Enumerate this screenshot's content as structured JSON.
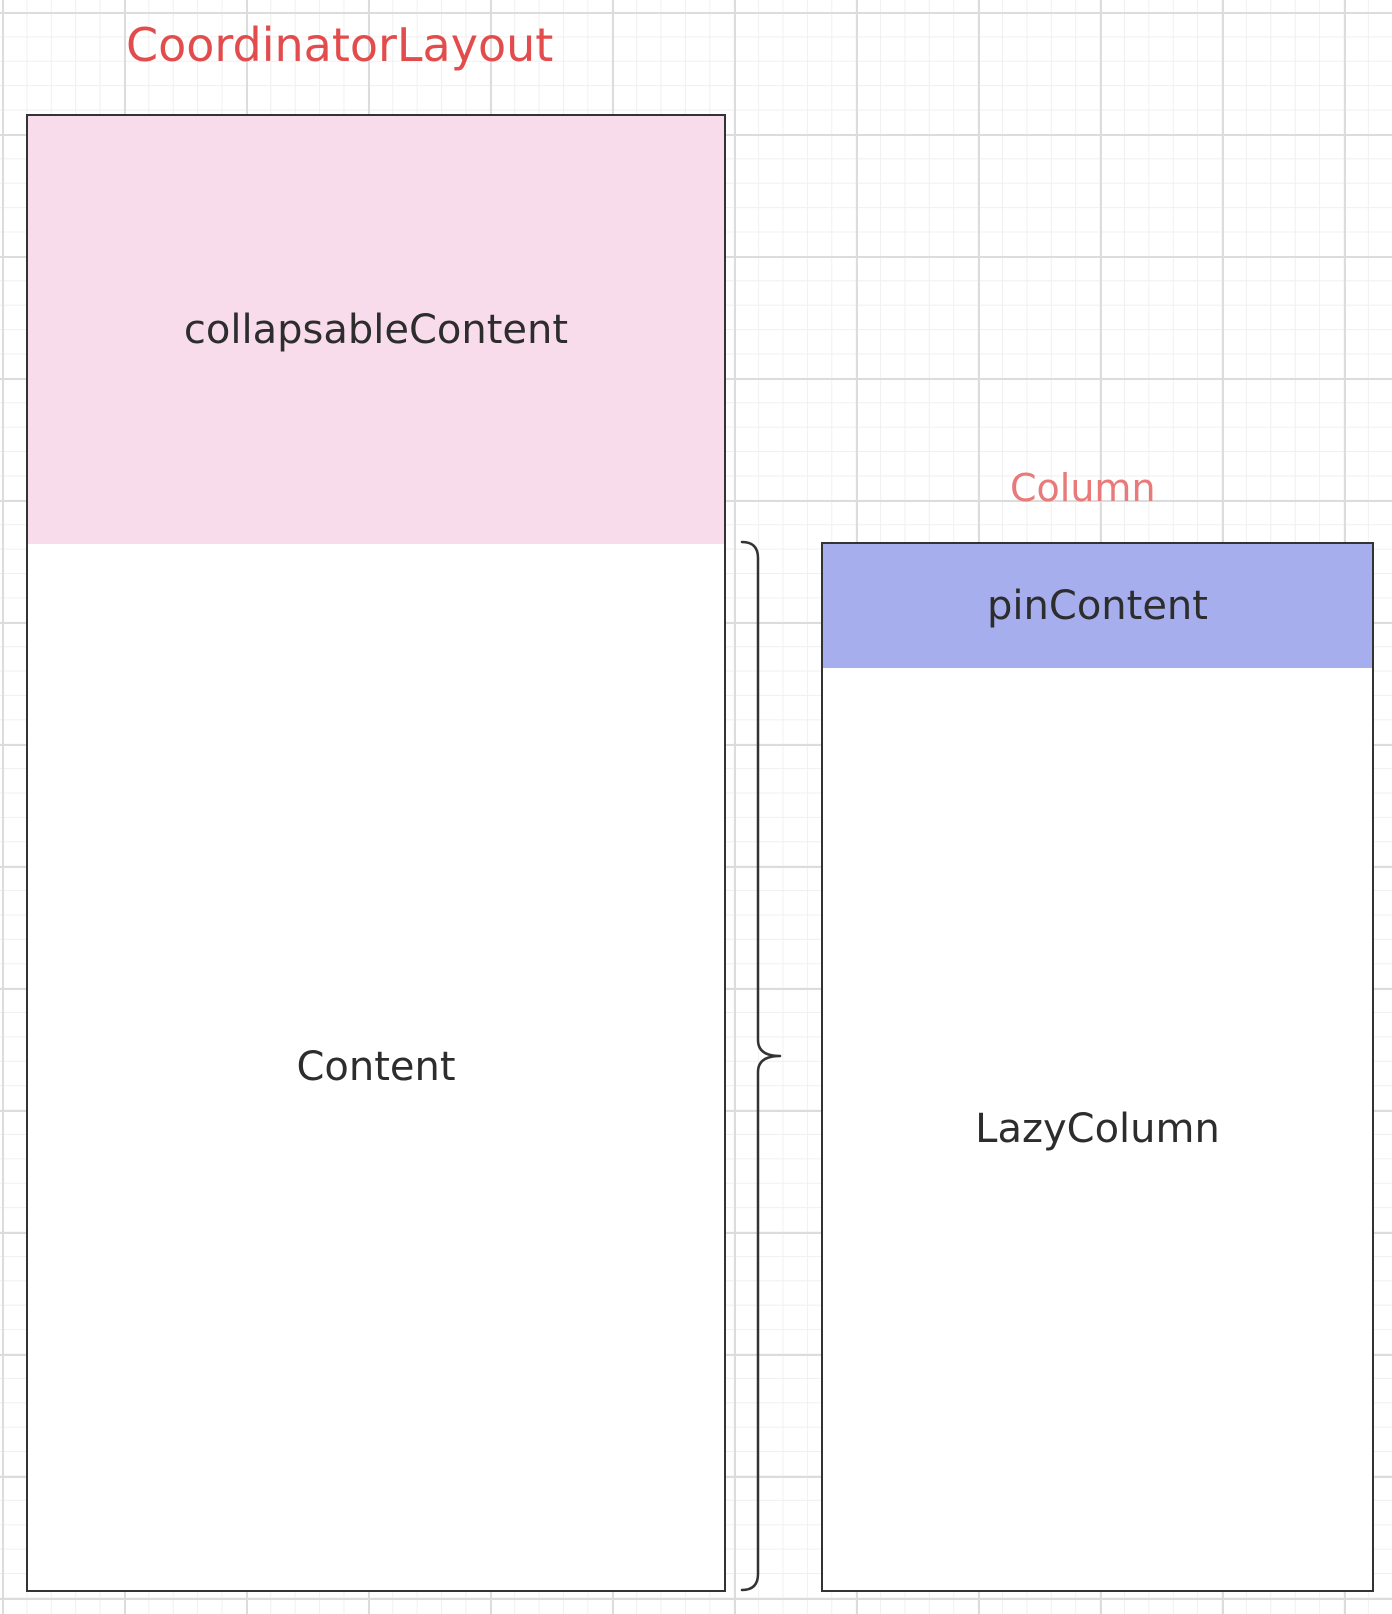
{
  "titles": {
    "coordinator": "CoordinatorLayout",
    "column": "Column"
  },
  "blocks": {
    "collapsable": "collapsableContent",
    "content": "Content",
    "pin": "pinContent",
    "lazy": "LazyColumn"
  },
  "colors": {
    "title": "#e34c4c",
    "column_title": "#e87a7a",
    "collapsable_fill": "#f9dcec",
    "pin_fill": "#a7aeee",
    "border": "#333333",
    "text": "#2d2d2d"
  }
}
